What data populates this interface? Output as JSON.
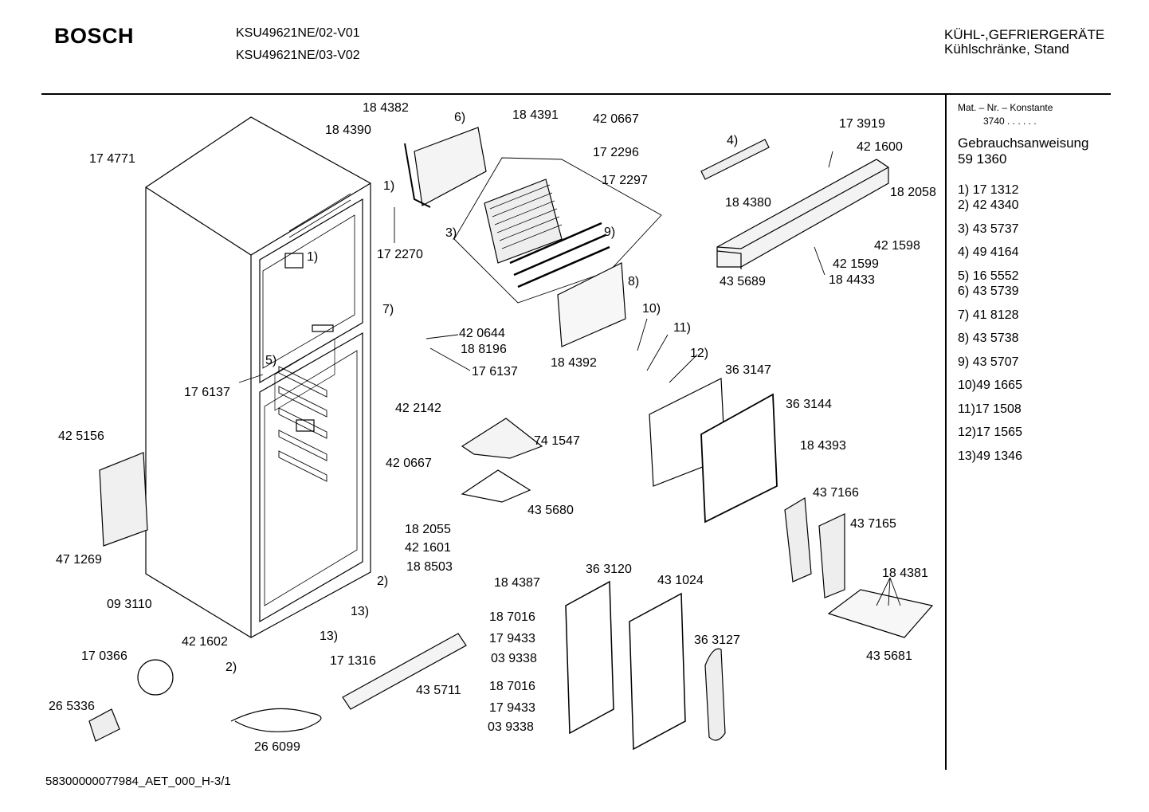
{
  "header": {
    "brand": "BOSCH",
    "models": [
      "KSU49621NE/02-V01",
      "KSU49621NE/03-V02"
    ],
    "category_line1": "KÜHL-,GEFRIERGERÄTE",
    "category_line2": "Kühlschränke, Stand"
  },
  "sidebar": {
    "mat_label": "Mat. – Nr. – Konstante",
    "mat_value": "3740 . .   . . . .",
    "manual_label": "Gebrauchsanweisung",
    "manual_value": "59 1360",
    "legend": [
      {
        "n": "1)",
        "v": "17 1312"
      },
      {
        "n": "2)",
        "v": "42 4340"
      },
      {
        "n": "3)",
        "v": "43 5737"
      },
      {
        "n": "4)",
        "v": "49 4164"
      },
      {
        "n": "5)",
        "v": "16 5552"
      },
      {
        "n": "6)",
        "v": "43 5739"
      },
      {
        "n": "7)",
        "v": "41 8128"
      },
      {
        "n": "8)",
        "v": "43 5738"
      },
      {
        "n": "9)",
        "v": "43 5707"
      },
      {
        "n": "10)",
        "v": "49 1665"
      },
      {
        "n": "11)",
        "v": "17 1508"
      },
      {
        "n": "12)",
        "v": "17 1565"
      },
      {
        "n": "13)",
        "v": "49 1346"
      }
    ]
  },
  "labels": {
    "l184382": "18 4382",
    "l184390": "18 4390",
    "l6": "6)",
    "l184391": "18 4391",
    "l420667a": "42 0667",
    "l172296": "17 2296",
    "l172297": "17 2297",
    "l174771": "17 4771",
    "l1a": "1)",
    "l172270": "17 2270",
    "l3": "3)",
    "l9": "9)",
    "l1b": "1)",
    "l4": "4)",
    "l173919": "17 3919",
    "l421600": "42 1600",
    "l184380": "18 4380",
    "l182058": "18 2058",
    "l421598": "42 1598",
    "l421599": "42 1599",
    "l435689": "43 5689",
    "l184433": "18 4433",
    "l8": "8)",
    "l7": "7)",
    "l420644": "42 0644",
    "l188196": "18 8196",
    "l176137a": "17 6137",
    "l5": "5)",
    "l176137b": "17 6137",
    "l10": "10)",
    "l11": "11)",
    "l12": "12)",
    "l184392": "18 4392",
    "l363147": "36 3147",
    "l363144": "36 3144",
    "l422142": "42 2142",
    "l425156": "42 5156",
    "l741547": "74 1547",
    "l420667b": "42 0667",
    "l184393": "18 4393",
    "l435680": "43 5680",
    "l437166": "43 7166",
    "l437165": "43 7165",
    "l182055": "18 2055",
    "l421601": "42 1601",
    "l188503": "18 8503",
    "l471269": "47 1269",
    "l2a": "2)",
    "l093110": "09 3110",
    "l184387": "18 4387",
    "l363120": "36 3120",
    "l431024": "43 1024",
    "l184381": "18 4381",
    "l13a": "13)",
    "l421602": "42 1602",
    "l13b": "13)",
    "l187016a": "18 7016",
    "l179433a": "17 9433",
    "l363127": "36 3127",
    "l170366": "17 0366",
    "l171316": "17 1316",
    "l2b": "2)",
    "l039338a": "03 9338",
    "l435681": "43 5681",
    "l187016b": "18 7016",
    "l435711": "43 5711",
    "l265336": "26 5336",
    "l179433b": "17 9433",
    "l039338b": "03 9338",
    "l266099": "26 6099"
  },
  "footer": {
    "doc_id": "58300000077984_AET_000_H-3/1"
  }
}
